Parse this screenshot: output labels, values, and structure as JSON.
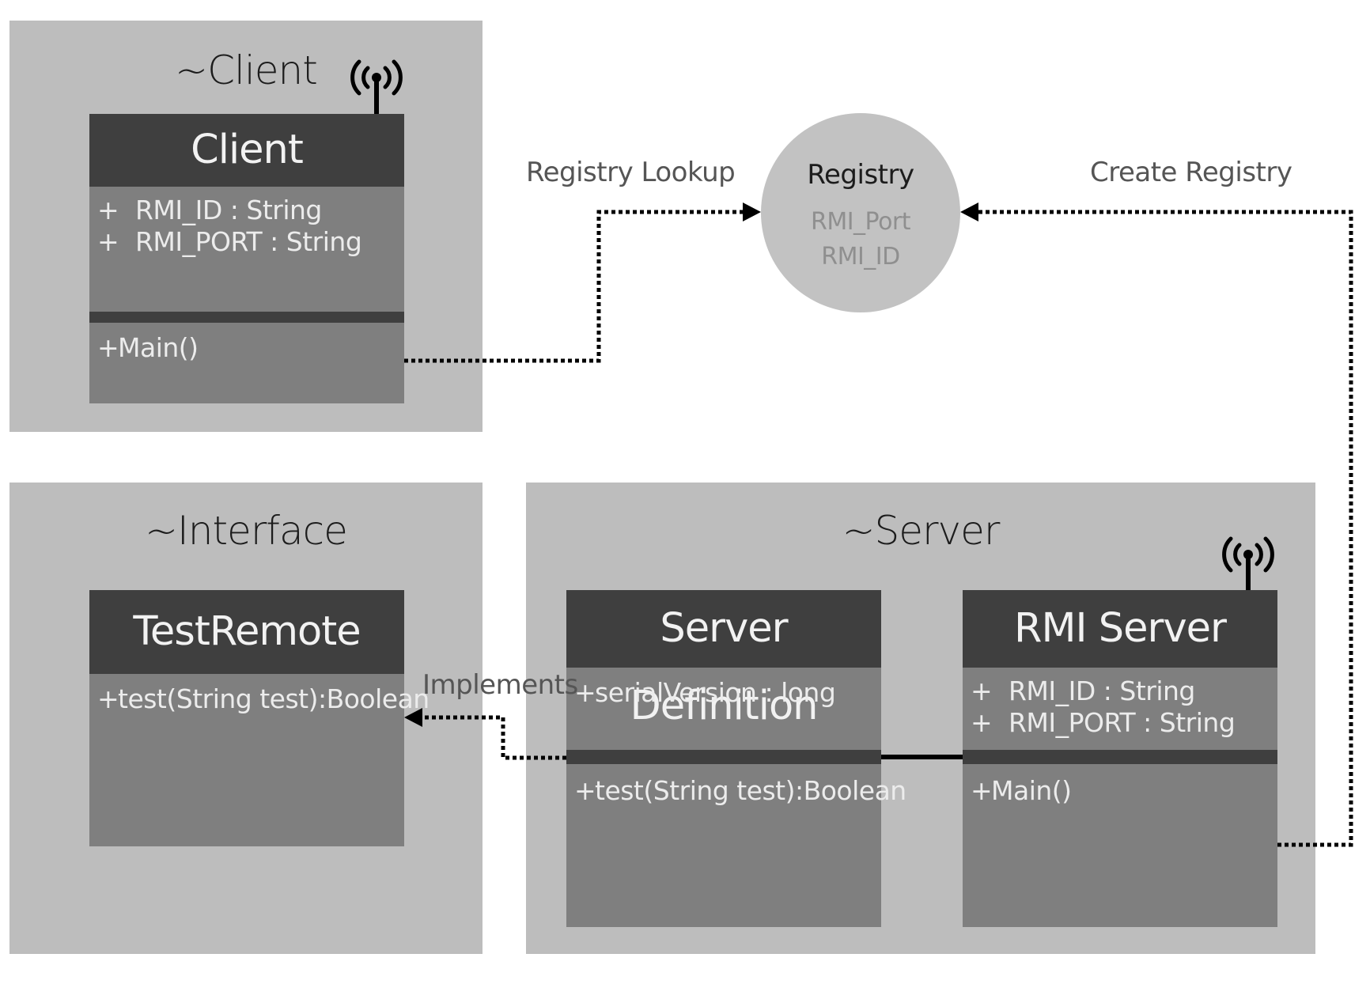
{
  "packages": {
    "client": {
      "title": "~Client"
    },
    "interface": {
      "title": "~Interface"
    },
    "server": {
      "title": "~Server"
    }
  },
  "classes": {
    "client": {
      "name": "Client",
      "attributes": [
        {
          "symbol": "+",
          "text": "RMI_ID : String"
        },
        {
          "symbol": "+",
          "text": "RMI_PORT : String"
        }
      ],
      "methods": [
        {
          "symbol": "+",
          "text": "Main()"
        }
      ]
    },
    "test_remote": {
      "name": "TestRemote",
      "methods": [
        {
          "symbol": "+",
          "text": "test(String test):Boolean"
        }
      ]
    },
    "server_definition": {
      "name": "Server Definition",
      "attributes": [
        {
          "symbol": "+",
          "text": "serialVersion : long"
        }
      ],
      "methods": [
        {
          "symbol": "+",
          "text": "test(String test):Boolean"
        }
      ]
    },
    "rmi_server": {
      "name": "RMI Server",
      "attributes": [
        {
          "symbol": "+",
          "text": "RMI_ID : String"
        },
        {
          "symbol": "+",
          "text": "RMI_PORT : String"
        }
      ],
      "methods": [
        {
          "symbol": "+",
          "text": "Main()"
        }
      ]
    }
  },
  "registry": {
    "title": "Registry",
    "fields": [
      "RMI_Port",
      "RMI_ID"
    ]
  },
  "edges": {
    "registry_lookup": "Registry Lookup",
    "create_registry": "Create Registry",
    "implements": "Implements"
  },
  "icons": {
    "network": "antenna-signal-icon"
  },
  "colors": {
    "package_bg": "#bdbdbd",
    "class_header": "#3f3f3f",
    "class_body": "#7f7f7f",
    "registry_bg": "#c2c2c2",
    "connector": "#000000"
  }
}
